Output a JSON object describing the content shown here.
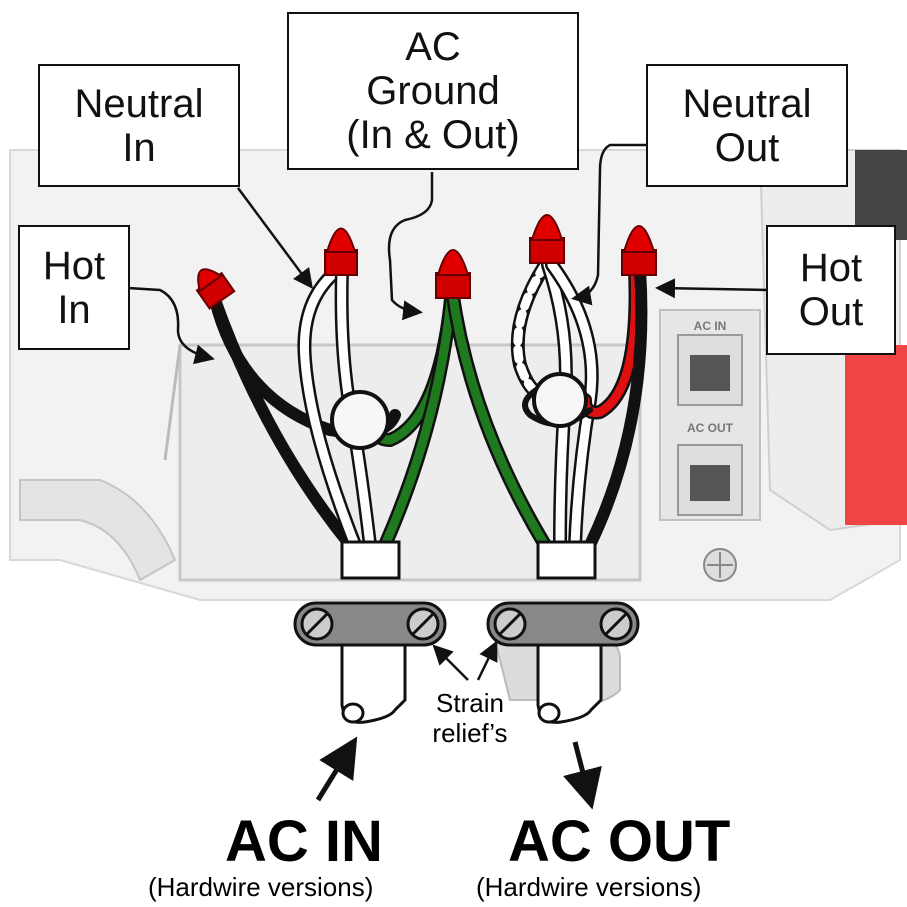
{
  "labels": {
    "hot_in": "Hot\nIn",
    "neutral_in": "Neutral\nIn",
    "ac_ground": "AC\nGround\n(In & Out)",
    "neutral_out": "Neutral\nOut",
    "hot_out": "Hot\nOut"
  },
  "panel_text": {
    "ac_in_small": "AC IN",
    "ac_out_small": "AC OUT"
  },
  "strain_relief": "Strain\nrelief’s",
  "ac_in": {
    "title": "AC IN",
    "subtitle": "(Hardwire versions)"
  },
  "ac_out": {
    "title": "AC OUT",
    "subtitle": "(Hardwire versions)"
  },
  "colors": {
    "hot": "#111111",
    "neutral": "#ffffff",
    "ground": "#1f7a1f",
    "hot_out_red": "#e01010",
    "wire_nut": "#e00000",
    "housing": "#f2f2f2",
    "red_part": "#ee4444"
  }
}
